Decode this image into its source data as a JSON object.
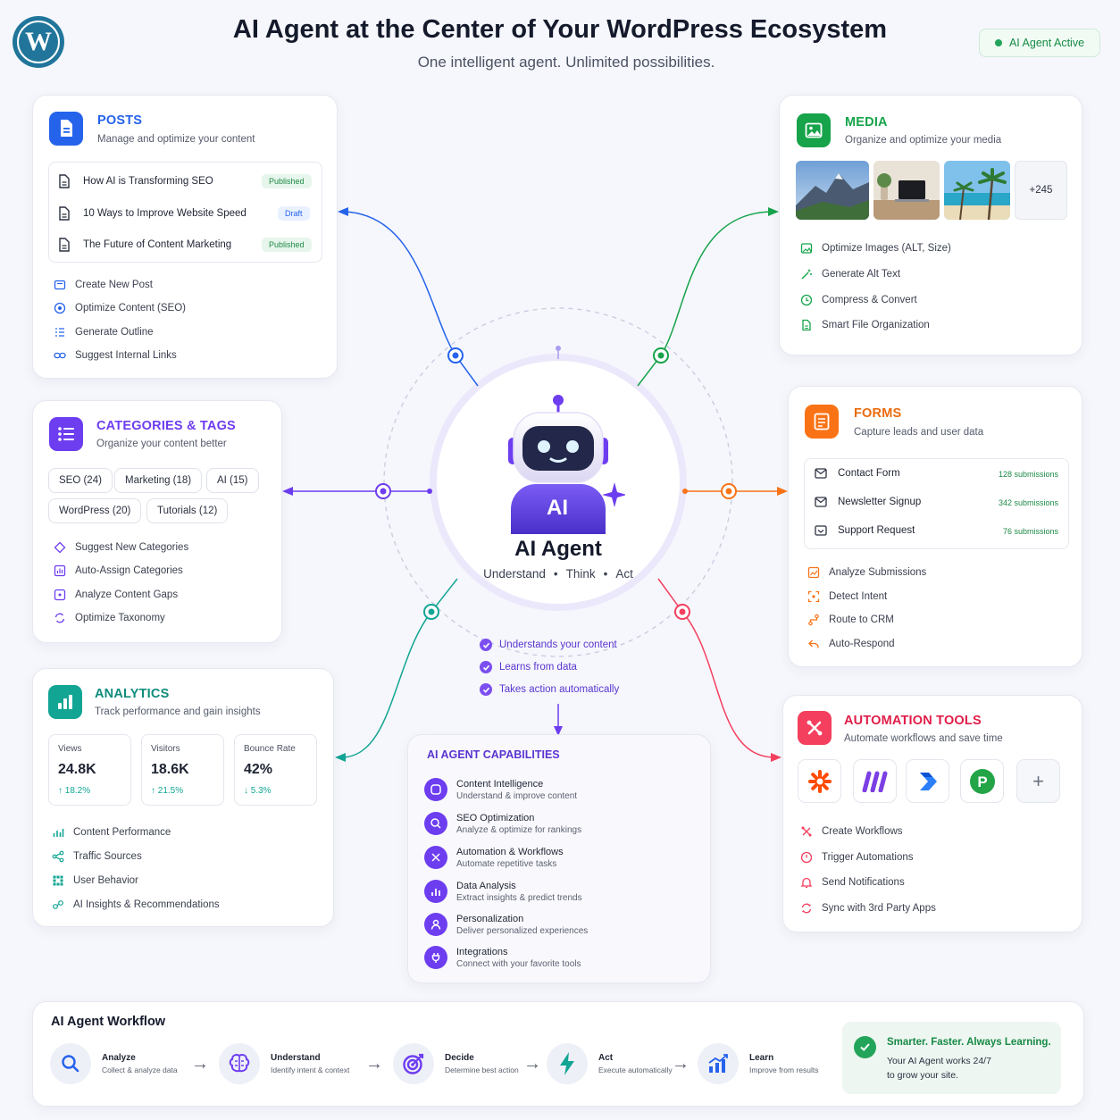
{
  "header": {
    "title": "AI Agent at the Center of Your WordPress Ecosystem",
    "subtitle": "One intelligent agent. Unlimited possibilities.",
    "status": "AI Agent Active"
  },
  "posts": {
    "title": "POSTS",
    "subtitle": "Manage and optimize your content",
    "items": [
      {
        "title": "How AI is Transforming SEO",
        "status": "Published"
      },
      {
        "title": "10 Ways to Improve Website Speed",
        "status": "Draft"
      },
      {
        "title": "The Future of Content Marketing",
        "status": "Published"
      }
    ],
    "actions": [
      "Create New Post",
      "Optimize Content (SEO)",
      "Generate Outline",
      "Suggest Internal Links"
    ]
  },
  "categories": {
    "title": "CATEGORIES & TAGS",
    "subtitle": "Organize your content better",
    "tags": [
      "SEO (24)",
      "Marketing (18)",
      "AI (15)",
      "WordPress (20)",
      "Tutorials (12)"
    ],
    "actions": [
      "Suggest New Categories",
      "Auto-Assign Categories",
      "Analyze Content Gaps",
      "Optimize Taxonomy"
    ]
  },
  "analytics": {
    "title": "ANALYTICS",
    "subtitle": "Track performance and gain insights",
    "stats": [
      {
        "label": "Views",
        "value": "24.8K",
        "change": "↑ 18.2%"
      },
      {
        "label": "Visitors",
        "value": "18.6K",
        "change": "↑ 21.5%"
      },
      {
        "label": "Bounce Rate",
        "value": "42%",
        "change": "↓ 5.3%"
      }
    ],
    "actions": [
      "Content Performance",
      "Traffic Sources",
      "User Behavior",
      "AI Insights & Recommendations"
    ]
  },
  "media": {
    "title": "MEDIA",
    "subtitle": "Organize and optimize your media",
    "more": "+245",
    "actions": [
      "Optimize Images (ALT, Size)",
      "Generate Alt Text",
      "Compress & Convert",
      "Smart File Organization"
    ]
  },
  "forms": {
    "title": "FORMS",
    "subtitle": "Capture leads and user data",
    "items": [
      {
        "name": "Contact Form",
        "count": "128 submissions"
      },
      {
        "name": "Newsletter Signup",
        "count": "342 submissions"
      },
      {
        "name": "Support Request",
        "count": "76 submissions"
      }
    ],
    "actions": [
      "Analyze Submissions",
      "Detect Intent",
      "Route to CRM",
      "Auto-Respond"
    ]
  },
  "automation": {
    "title": "AUTOMATION TOOLS",
    "subtitle": "Automate workflows and save time",
    "actions": [
      "Create Workflows",
      "Trigger Automations",
      "Send Notifications",
      "Sync with 3rd Party Apps"
    ]
  },
  "agent": {
    "badge": "AI",
    "name": "AI Agent",
    "tagline": [
      "Understand",
      "Think",
      "Act"
    ],
    "checks": [
      "Understands your content",
      "Learns from data",
      "Takes action automatically"
    ]
  },
  "capabilities": {
    "title": "AI AGENT CAPABILITIES",
    "items": [
      {
        "title": "Content Intelligence",
        "sub": "Understand & improve content"
      },
      {
        "title": "SEO Optimization",
        "sub": "Analyze & optimize for rankings"
      },
      {
        "title": "Automation & Workflows",
        "sub": "Automate repetitive tasks"
      },
      {
        "title": "Data Analysis",
        "sub": "Extract insights & predict trends"
      },
      {
        "title": "Personalization",
        "sub": "Deliver personalized experiences"
      },
      {
        "title": "Integrations",
        "sub": "Connect with your favorite tools"
      }
    ]
  },
  "workflow": {
    "title": "AI Agent Workflow",
    "steps": [
      {
        "title": "Analyze",
        "sub": "Collect & analyze data"
      },
      {
        "title": "Understand",
        "sub": "Identify intent & context"
      },
      {
        "title": "Decide",
        "sub": "Determine best action"
      },
      {
        "title": "Act",
        "sub": "Execute automatically"
      },
      {
        "title": "Learn",
        "sub": "Improve from results"
      }
    ],
    "summary_title": "Smarter. Faster. Always Learning.",
    "summary_text_1": "Your AI Agent works 24/7",
    "summary_text_2": "to grow your site."
  },
  "colors": {
    "posts": "#2563eb",
    "categories": "#6d3df0",
    "analytics": "#12a594",
    "media": "#16a34a",
    "forms": "#f97316",
    "automation": "#f43f5e"
  }
}
